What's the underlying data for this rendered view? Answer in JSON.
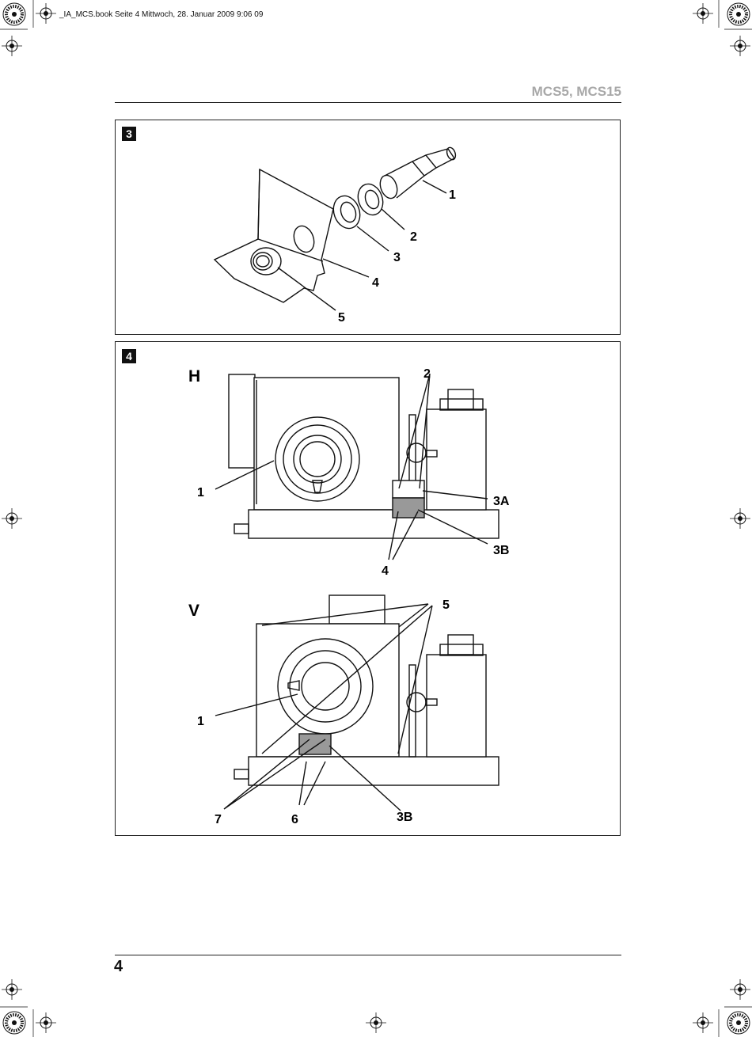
{
  "print_header": "_IA_MCS.book  Seite 4  Mittwoch, 28. Januar 2009  9:06 09",
  "product_title": "MCS5, MCS15",
  "page_number": "4",
  "figure3": {
    "number": "3",
    "callouts": [
      "1",
      "2",
      "3",
      "4",
      "5"
    ]
  },
  "figure4": {
    "number": "4",
    "view_h": {
      "label": "H",
      "callouts": [
        "1",
        "2",
        "3A",
        "3B",
        "4"
      ]
    },
    "view_v": {
      "label": "V",
      "callouts": [
        "1",
        "5",
        "7",
        "6",
        "3B"
      ]
    }
  }
}
